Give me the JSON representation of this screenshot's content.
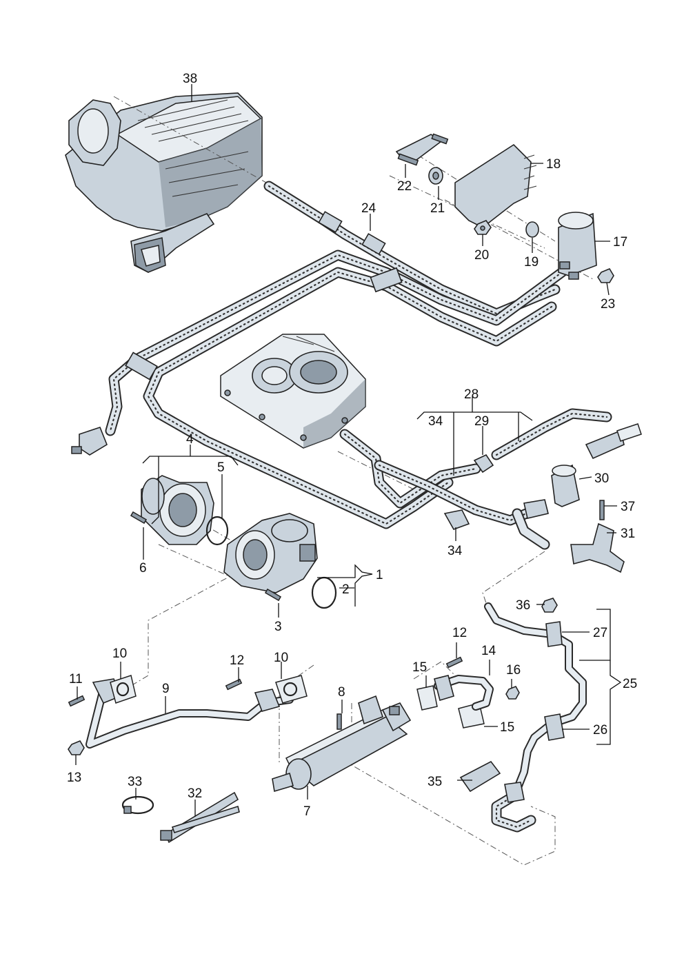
{
  "callouts": {
    "c1": "1",
    "c2": "2",
    "c3": "3",
    "c4": "4",
    "c5": "5",
    "c6": "6",
    "c7": "7",
    "c8": "8",
    "c9": "9",
    "c10a": "10",
    "c10b": "10",
    "c11": "11",
    "c12a": "12",
    "c12b": "12",
    "c13": "13",
    "c14": "14",
    "c15a": "15",
    "c15b": "15",
    "c16": "16",
    "c17": "17",
    "c18": "18",
    "c19": "19",
    "c20": "20",
    "c21": "21",
    "c22": "22",
    "c23": "23",
    "c24": "24",
    "c25": "25",
    "c26": "26",
    "c27": "27",
    "c28": "28",
    "c29": "29",
    "c30": "30",
    "c31": "31",
    "c32": "32",
    "c33": "33",
    "c34a": "34",
    "c34b": "34",
    "c35": "35",
    "c36": "36",
    "c37": "37",
    "c38": "38"
  },
  "colors": {
    "background": "#ffffff",
    "part_fill": "#c9d3dc",
    "part_shadow": "#8e9ba7",
    "line": "#222222"
  }
}
